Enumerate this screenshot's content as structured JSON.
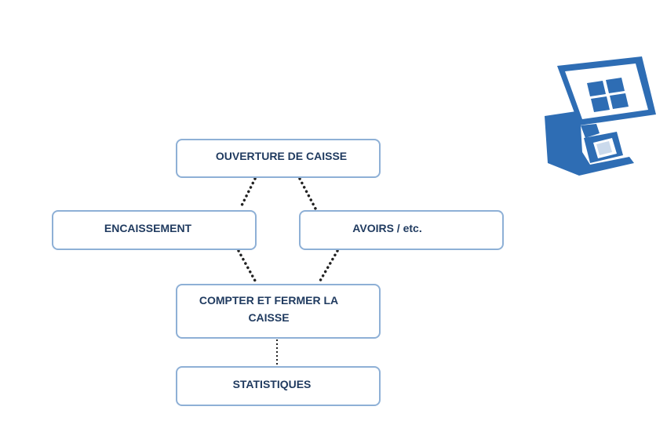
{
  "diagram": {
    "nodes": {
      "ouverture": "OUVERTURE DE CAISSE",
      "encaissement": "ENCAISSEMENT",
      "avoirs": "AVOIRS / etc.",
      "compter": "COMPTER ET FERMER LA CAISSE",
      "statistiques": "STATISTIQUES"
    },
    "edges": [
      {
        "from": "ouverture",
        "to": "encaissement",
        "style": "dotted"
      },
      {
        "from": "ouverture",
        "to": "avoirs",
        "style": "dotted"
      },
      {
        "from": "encaissement",
        "to": "compter",
        "style": "dotted"
      },
      {
        "from": "avoirs",
        "to": "compter",
        "style": "dotted"
      },
      {
        "from": "compter",
        "to": "statistiques",
        "style": "dotted"
      }
    ]
  },
  "icon": {
    "name": "pos-terminal-icon",
    "color": "#2e6db4"
  },
  "colors": {
    "node_border": "#8eb0d6",
    "node_text": "#1f3a5f",
    "connector": "#222222"
  }
}
